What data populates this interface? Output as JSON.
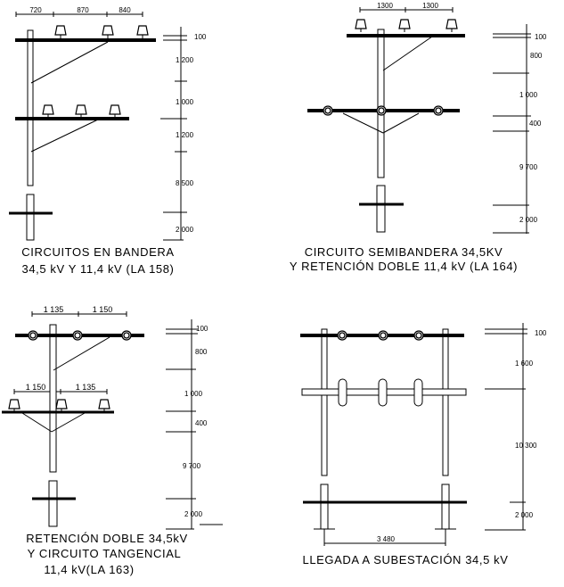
{
  "panels": [
    {
      "caption_lines": [
        "CIRCUITOS EN BANDERA",
        "34,5 kV Y 11,4 kV (LA 158)"
      ],
      "horizontal_dims": [
        "720",
        "870",
        "840"
      ],
      "vertical_dims": [
        "100",
        "1 200",
        "1 000",
        "1 200",
        "8 500",
        "2 000"
      ]
    },
    {
      "caption_lines": [
        "CIRCUITO SEMIBANDERA 34,5KV",
        "Y RETENCIÓN DOBLE 11,4 kV (LA 164)"
      ],
      "horizontal_dims": [
        "1300",
        "1300"
      ],
      "vertical_dims": [
        "100",
        "800",
        "1 000",
        "400",
        "9 700",
        "2 000"
      ]
    },
    {
      "caption_lines": [
        "RETENCIÓN DOBLE 34,5kV",
        "Y CIRCUITO TANGENCIAL",
        "11,4 kV(LA 163)"
      ],
      "horizontal_dims": [
        "1 135",
        "1 150"
      ],
      "horizontal_dims_lower": [
        "1 150",
        "1 135"
      ],
      "vertical_dims": [
        "100",
        "800",
        "1 000",
        "400",
        "9 700",
        "2 000"
      ]
    },
    {
      "caption_lines": [
        "LLEGADA A SUBESTACIÓN 34,5 kV"
      ],
      "horizontal_dims": [
        "3 480"
      ],
      "vertical_dims": [
        "100",
        "1 600",
        "10 300",
        "2 000"
      ]
    }
  ]
}
